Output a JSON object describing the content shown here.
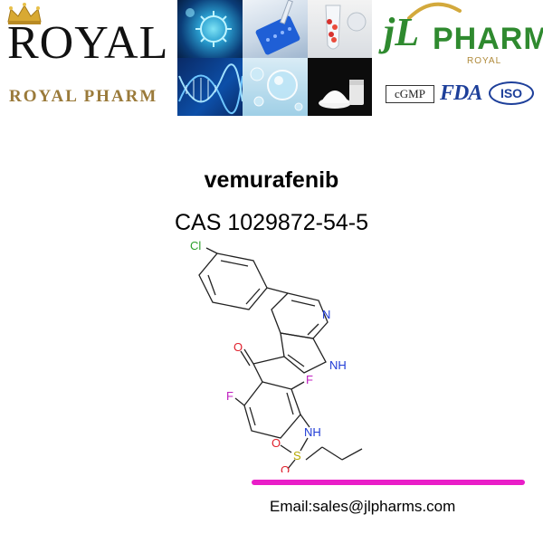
{
  "header": {
    "left_logo": {
      "wordmark": "ROYAL",
      "subtitle": "ROYAL PHARM"
    },
    "right_logo": {
      "mark": "jL",
      "wordmark": "PHARM",
      "tagline": "ROYAL",
      "badges": [
        "cGMP",
        "FDA",
        "ISO"
      ]
    }
  },
  "product": {
    "name": "vemurafenib",
    "cas": "CAS 1029872-54-5"
  },
  "structure_labels": {
    "chlorine": "Cl",
    "pyridine_n": "N",
    "pyrrole_nh": "NH",
    "carbonyl_o": "O",
    "fluorine_left": "F",
    "fluorine_right": "F",
    "sulfonamide_nh": "NH",
    "sulfonyl_o_left": "O",
    "sulfur": "S",
    "sulfonyl_o_bottom": "O"
  },
  "colors": {
    "divider": "#e91ec8",
    "heteroatom_n": "#1f3bd6",
    "heteroatom_o": "#e0202c",
    "heteroatom_f": "#c020c0",
    "heteroatom_s": "#b5a800",
    "heteroatom_cl": "#2ca02c",
    "brand_green": "#2f8a2f"
  },
  "footer": {
    "email": "Email:sales@jlpharms.com"
  }
}
